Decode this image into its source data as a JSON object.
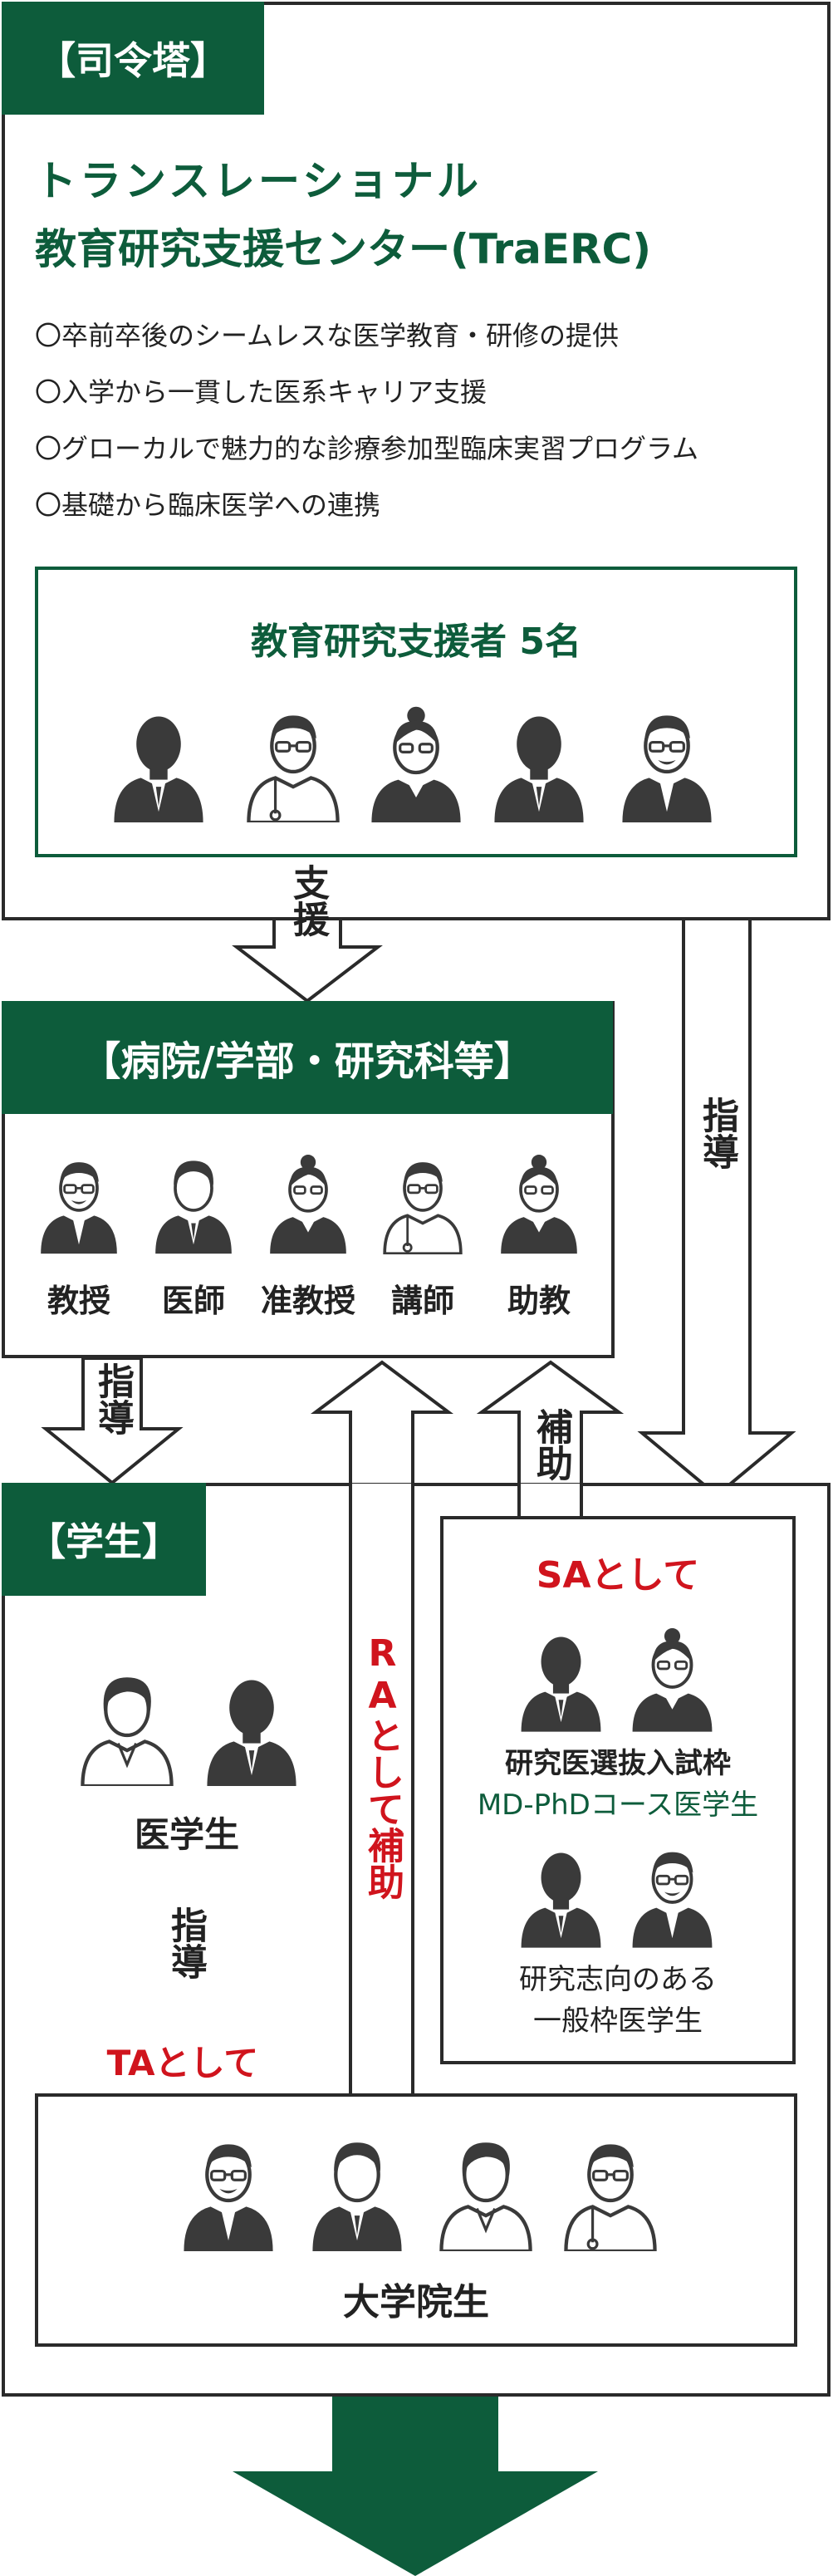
{
  "hq": {
    "tag": "【司令塔】",
    "title_line1": "トランスレーショナル",
    "title_line2": "教育研究支援センター(TraERC)",
    "bullets": [
      "〇卒前卒後のシームレスな医学教育・研修の提供",
      "〇入学から一貫した医系キャリア支援",
      "〇グローカルで魅力的な診療参加型臨床実習プログラム",
      "〇基礎から臨床医学への連携"
    ],
    "supporters_title": "教育研究支援者 5名"
  },
  "arrows": {
    "support": "支援",
    "guide_right": "指導",
    "guide_left": "指導",
    "assist": "補助",
    "ra": "RAとして補助",
    "guide_inner": "指導",
    "ta": "TAとして"
  },
  "hospital": {
    "tag": "【病院/学部・研究科等】",
    "roles": [
      "教授",
      "医師",
      "准教授",
      "講師",
      "助教"
    ]
  },
  "students": {
    "tag": "【学生】",
    "medical_students": "医学生",
    "sa_title": "SAとして",
    "sa_group1_line1": "研究医選抜入試枠",
    "sa_group1_line2": "MD-PhDコース医学生",
    "sa_group2_line1": "研究志向のある",
    "sa_group2_line2": "一般枠医学生",
    "graduate": "大学院生"
  },
  "colors": {
    "brand_green": "#0d5c3b",
    "accent_red": "#d0141d",
    "figure_dark": "#3a3a3a"
  }
}
